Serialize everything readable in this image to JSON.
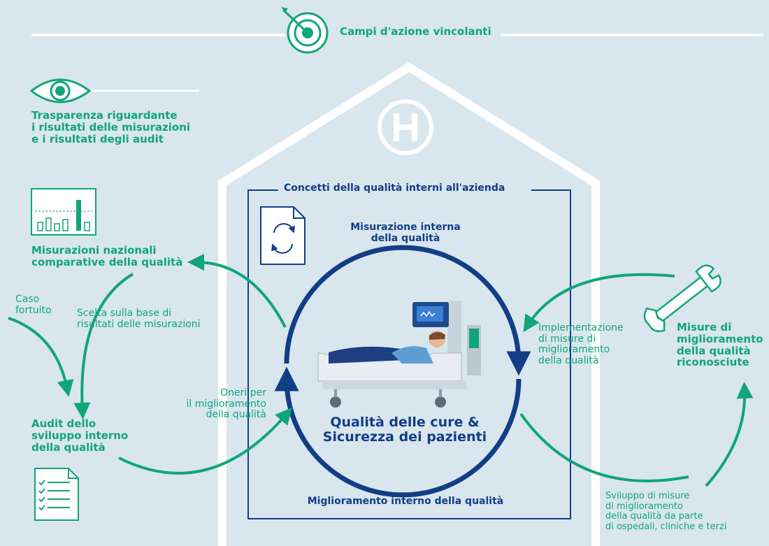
{
  "header": {
    "title": "Campi d'azione vincolanti"
  },
  "transparency": {
    "text": "Trasparenza riguardante\ni risultati delle misurazioni\ne i risultati degli audit"
  },
  "house": {
    "letter": "H",
    "frame_title": "Concetti della qualità interni all'azienda",
    "top_label": "Misurazione interna\ndella qualità",
    "bottom_label": "Miglioramento interno della qualità",
    "center_label": "Qualità delle cure &\nSicurezza dei pazienti"
  },
  "left": {
    "national": "Misurazioni nazionali\ncomparative della qualità",
    "chance": "Caso\nfortuito",
    "selection": "Scelta sulla base di\nrisultati delle misurazioni",
    "audit": "Audit dello\nsviluppo interno\ndella qualità",
    "burden": "Oneri per\nil miglioramento\ndella qualità"
  },
  "right": {
    "implementation": "Implementazione\ndi misure di\nmiglioramento\ndella qualità",
    "recognized": "Misure di\nmiglioramento\ndella qualità\nriconosciute",
    "development": "Sviluppo di misure\ndi miglioramento\ndella qualità da parte\ndi ospedali, cliniche e terzi"
  },
  "colors": {
    "background": "#d9e6ee",
    "green": "#11a57a",
    "navy": "#123e86",
    "white": "#ffffff"
  },
  "icons": [
    "target-icon",
    "eye-icon",
    "hospital-h-icon",
    "bar-chart-icon",
    "document-refresh-icon",
    "checklist-icon",
    "wrench-icon",
    "hospital-bed-icon"
  ]
}
